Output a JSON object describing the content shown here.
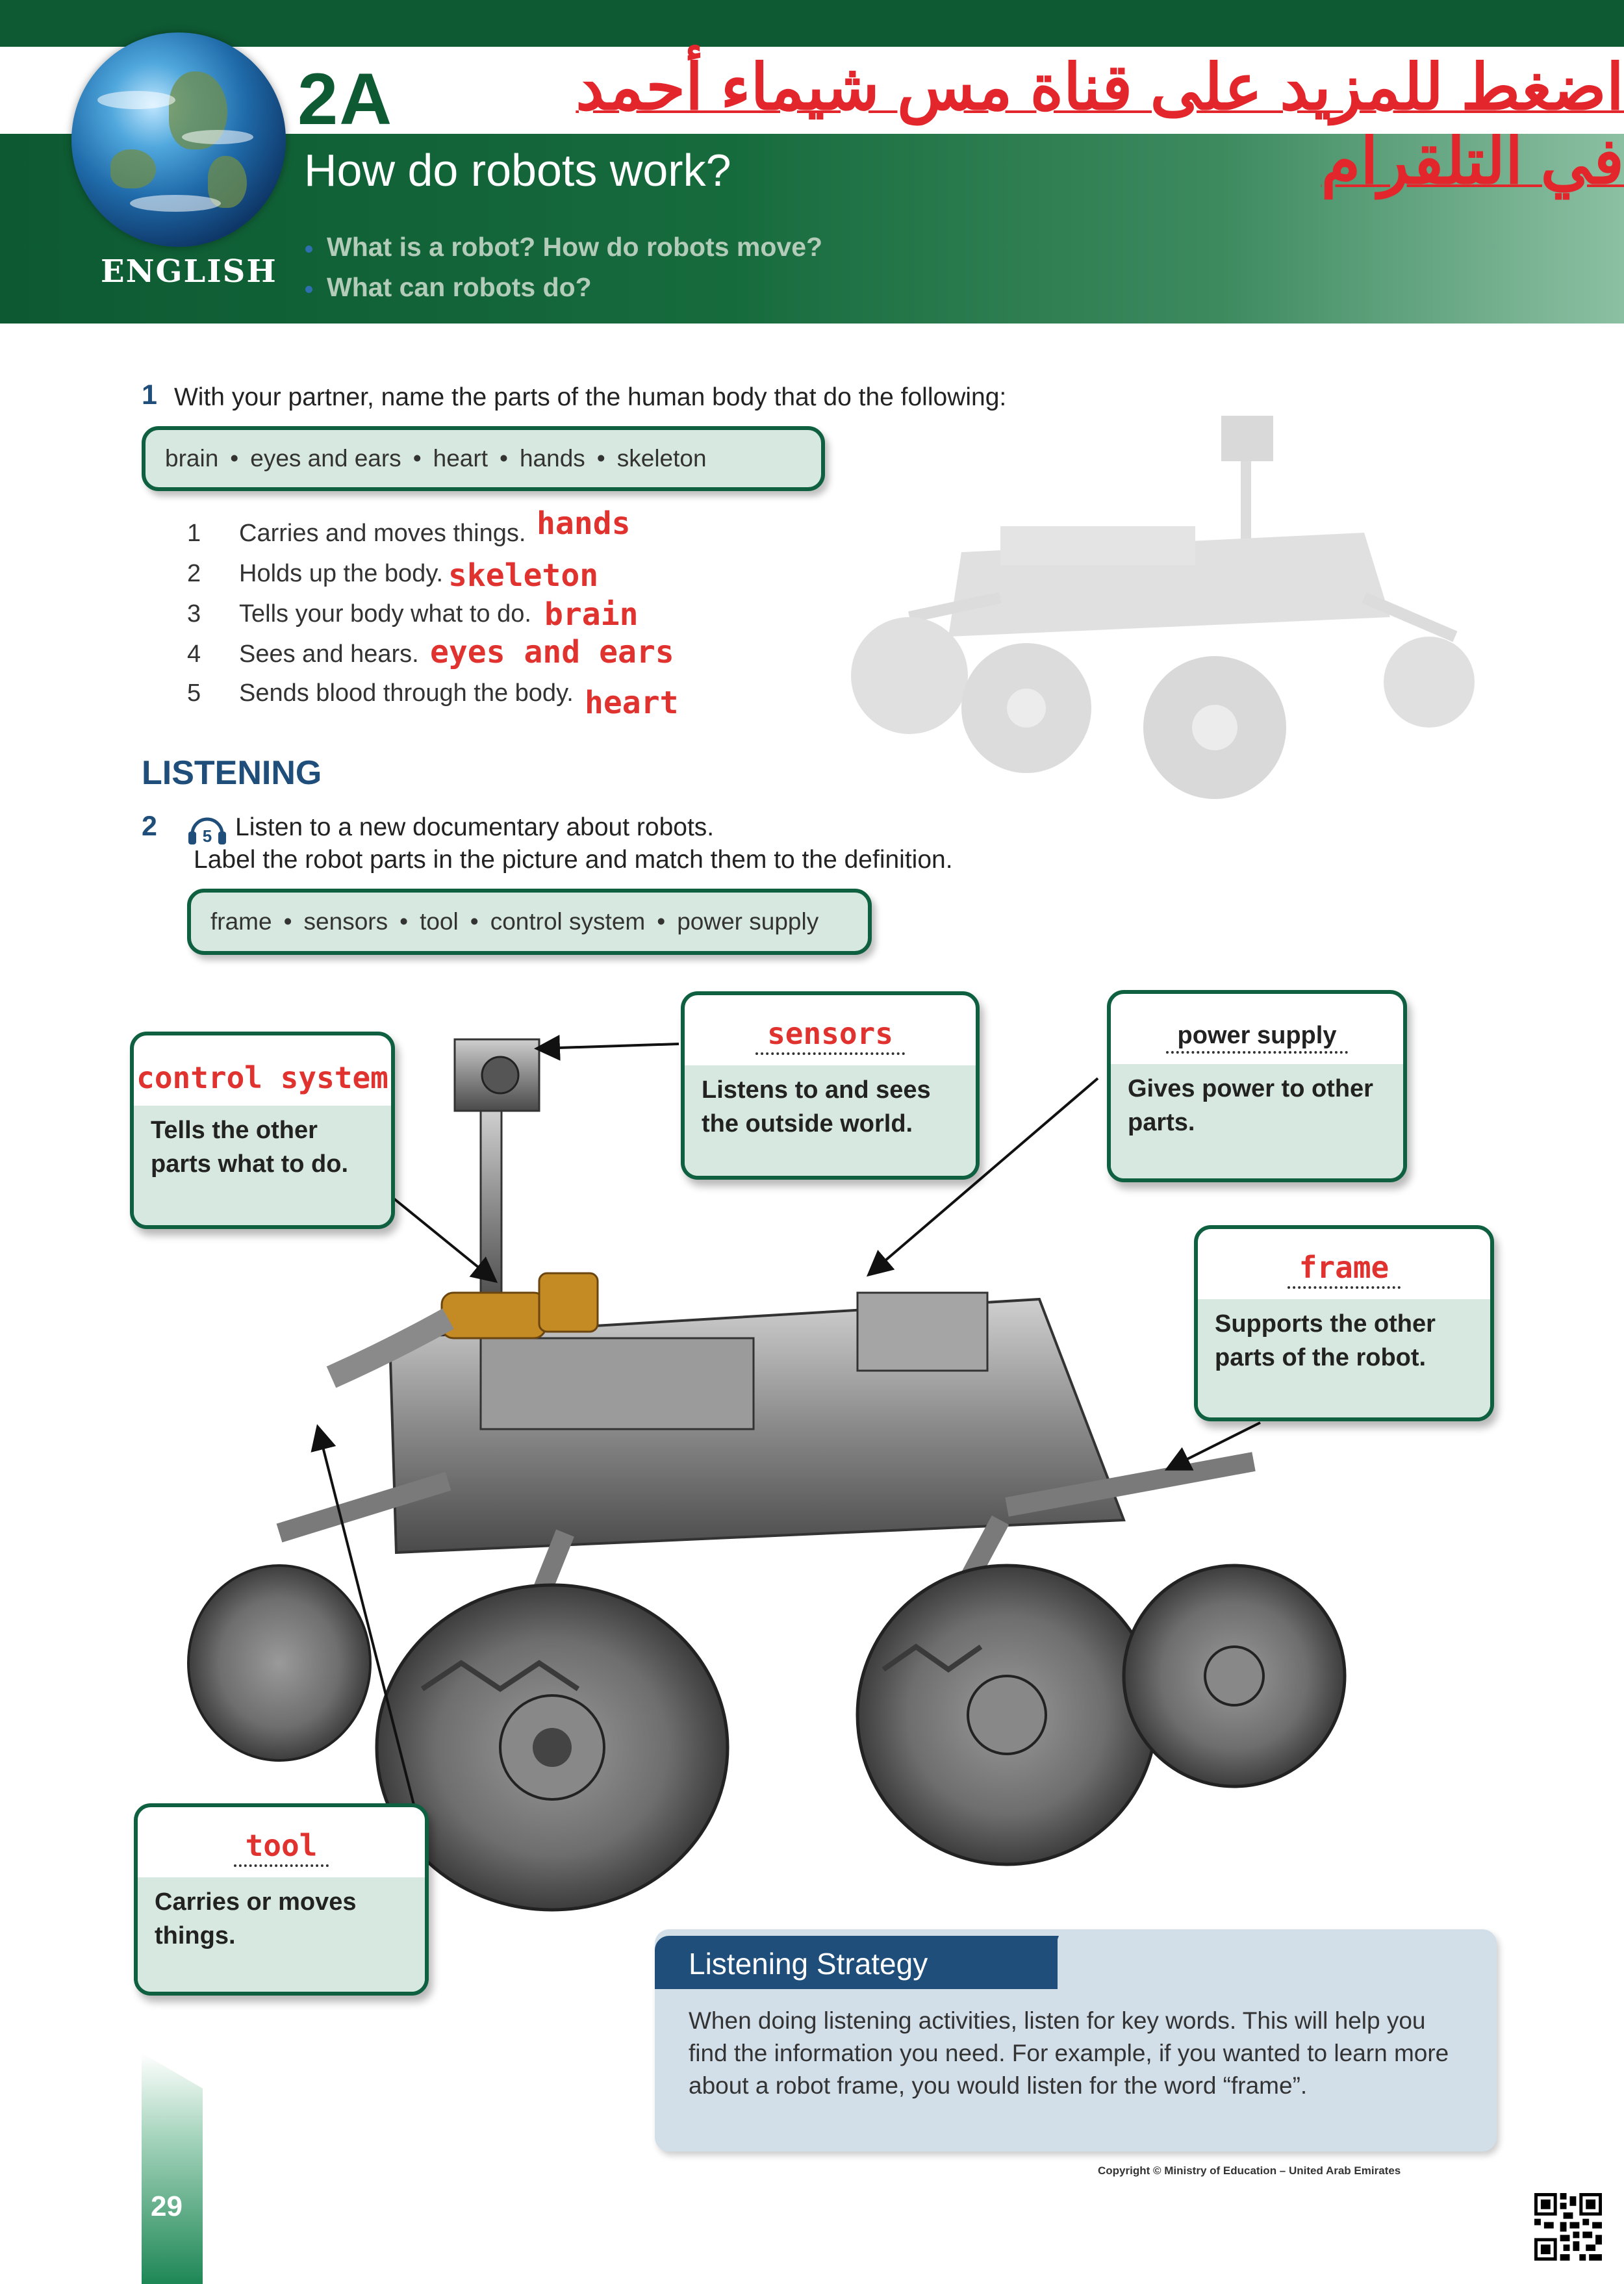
{
  "header": {
    "lesson_code": "2A",
    "promo_text": "اضغط للمزيد على قناة مس شيماء أحمد في التلقرام",
    "title": "How do robots work?",
    "subject": "ENGLISH",
    "questions": [
      "What is a robot? How do robots move?",
      "What can robots do?"
    ]
  },
  "exercise1": {
    "number": "1",
    "instruction": "With your partner, name the parts of the human body that do the following:",
    "word_bank": [
      "brain",
      "eyes and ears",
      "heart",
      "hands",
      "skeleton"
    ],
    "items": [
      {
        "num": "1",
        "text": "Carries and moves things.",
        "answer": "hands"
      },
      {
        "num": "2",
        "text": "Holds up the body.",
        "answer": "skeleton"
      },
      {
        "num": "3",
        "text": "Tells your body what to do.",
        "answer": "brain"
      },
      {
        "num": "4",
        "text": "Sees and hears.",
        "answer": "eyes and ears"
      },
      {
        "num": "5",
        "text": "Sends blood through the body.",
        "answer": "heart"
      }
    ]
  },
  "listening": {
    "heading": "LISTENING",
    "number": "2",
    "track": "5",
    "instruction_line1": "Listen to a new documentary about robots.",
    "instruction_line2": "Label the robot parts in the picture and match them to the definition.",
    "word_bank": [
      "frame",
      "sensors",
      "tool",
      "control system",
      "power supply"
    ]
  },
  "labels": {
    "control_system": {
      "answer": "control system",
      "definition": "Tells the other parts what to do."
    },
    "sensors": {
      "answer": "sensors",
      "definition": "Listens to and sees the outside world."
    },
    "power_supply": {
      "answer": "power supply",
      "definition": "Gives power to other parts."
    },
    "frame": {
      "answer": "frame",
      "definition": "Supports the other parts of the robot."
    },
    "tool": {
      "answer": "tool",
      "definition": "Carries or moves things."
    }
  },
  "strategy": {
    "title": "Listening Strategy",
    "text": "When doing listening activities, listen for key words. This will help you find the information you need. For example, if you wanted to learn more about a robot frame, you would listen for the word “frame”."
  },
  "footer": {
    "page_number": "29",
    "copyright": "Copyright © Ministry of Education – United Arab Emirates"
  },
  "colors": {
    "header_green": "#0e5a33",
    "answer_red": "#e0322e",
    "heading_blue": "#1f4e7a",
    "box_fill": "#d7e8e0"
  },
  "icons": [
    "globe-icon",
    "bullet-icon",
    "headphone-icon",
    "rover-illustration",
    "qr-code-icon"
  ]
}
